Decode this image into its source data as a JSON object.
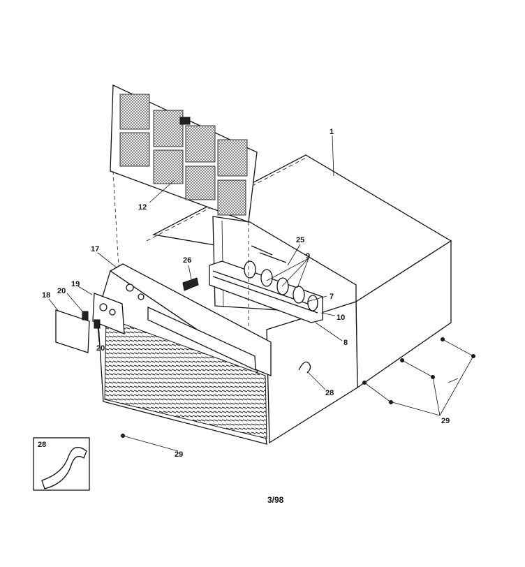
{
  "callouts": [
    {
      "id": "c1",
      "label": "1"
    },
    {
      "id": "c12",
      "label": "12"
    },
    {
      "id": "c17",
      "label": "17"
    },
    {
      "id": "c26",
      "label": "26"
    },
    {
      "id": "c25",
      "label": "25"
    },
    {
      "id": "c9",
      "label": "9"
    },
    {
      "id": "c7",
      "label": "7"
    },
    {
      "id": "c10",
      "label": "10"
    },
    {
      "id": "c8",
      "label": "8"
    },
    {
      "id": "c19",
      "label": "19"
    },
    {
      "id": "c18",
      "label": "18"
    },
    {
      "id": "c20a",
      "label": "20"
    },
    {
      "id": "c20b",
      "label": "20"
    },
    {
      "id": "c28a",
      "label": "28"
    },
    {
      "id": "c29a",
      "label": "29"
    },
    {
      "id": "c29b",
      "label": "29"
    },
    {
      "id": "c28b",
      "label": "28"
    }
  ],
  "footer": {
    "code": "3/98"
  }
}
